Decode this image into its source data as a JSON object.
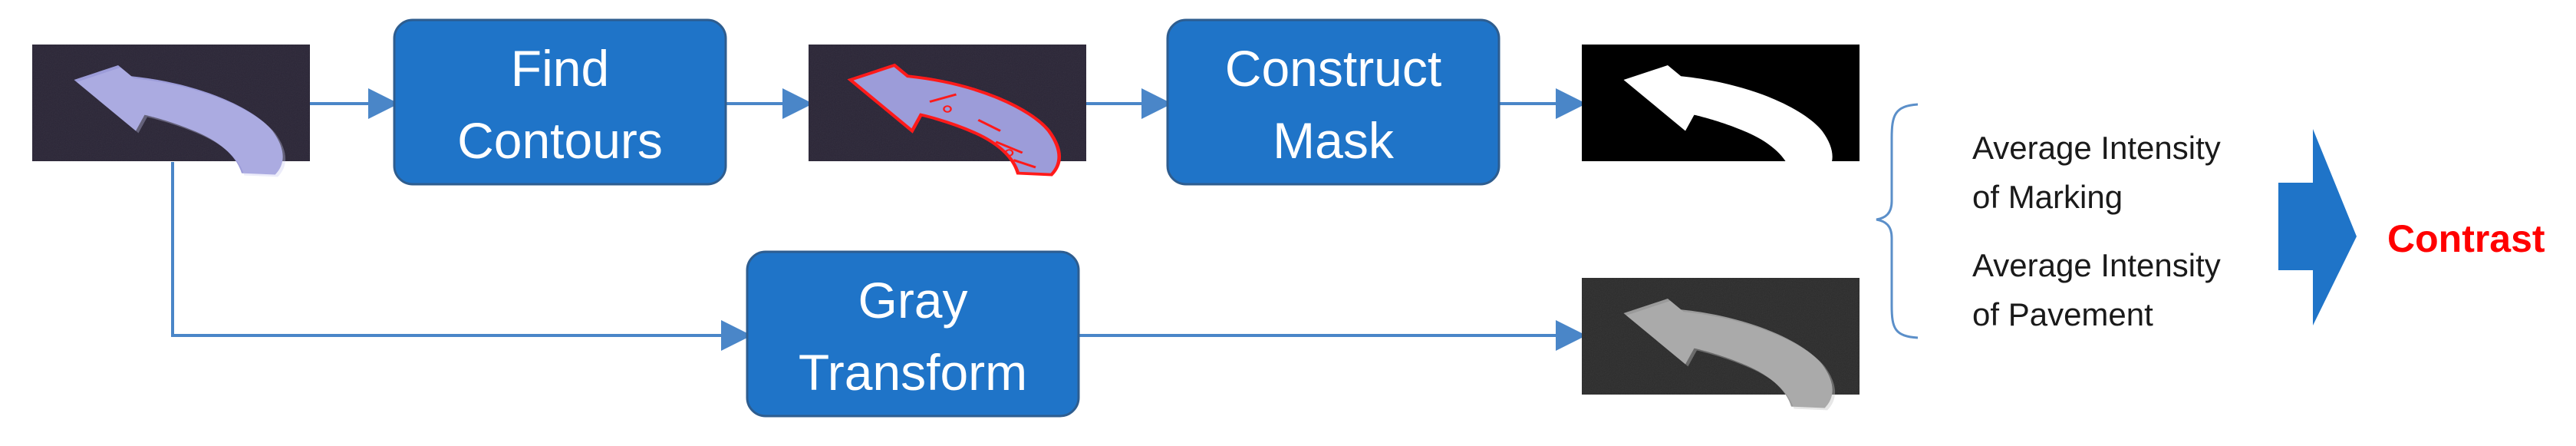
{
  "colors": {
    "box_fill": "#1f74c8",
    "box_stroke": "#2e5d8f",
    "arrow_line": "#4a86c8",
    "big_arrow": "#1f74c8",
    "contrast": "#ff0000",
    "brace": "#5b8fc9"
  },
  "steps": {
    "find_contours": {
      "line1": "Find",
      "line2": "Contours"
    },
    "construct_mask": {
      "line1": "Construct",
      "line2": "Mask"
    },
    "gray_transform": {
      "line1": "Gray",
      "line2": "Transform"
    }
  },
  "outputs": {
    "marking_line1": "Average Intensity",
    "marking_line2": "of Marking",
    "pavement_line1": "Average Intensity",
    "pavement_line2": "of Pavement"
  },
  "result": {
    "label": "Contrast"
  }
}
